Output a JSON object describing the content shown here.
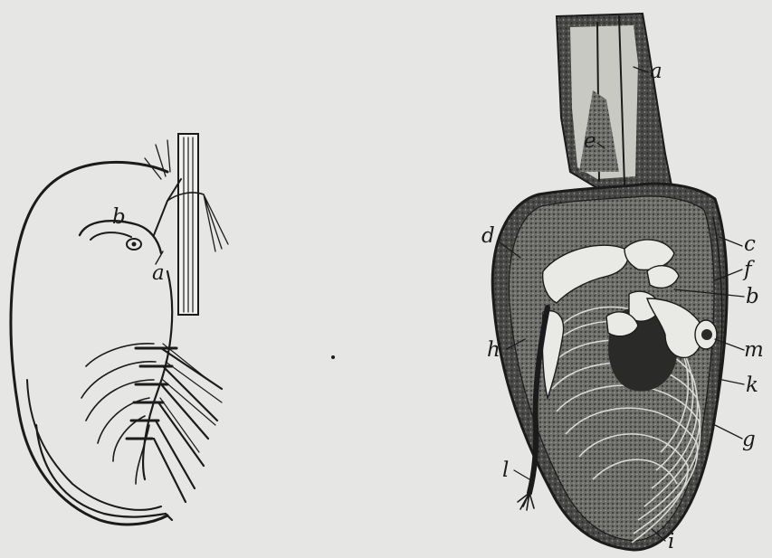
{
  "figure_left": {
    "labels": [
      "b",
      "a"
    ]
  },
  "figure_right": {
    "labels": [
      "a",
      "e",
      "d",
      "c",
      "f",
      "b",
      "h",
      "m",
      "k",
      "g",
      "l",
      "i"
    ]
  }
}
